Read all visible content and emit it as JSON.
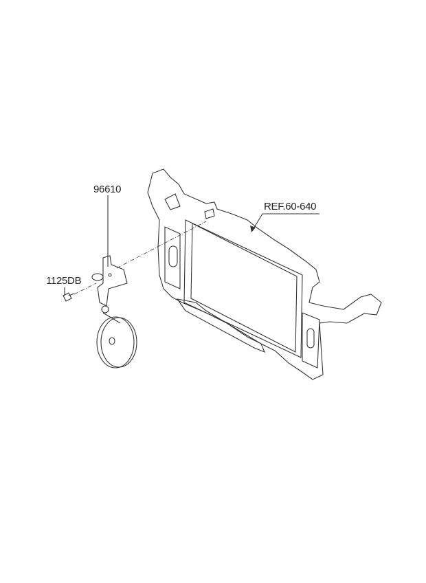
{
  "labels": {
    "ref": "REF.60-640",
    "horn": "96610",
    "bolt": "1125DB"
  }
}
